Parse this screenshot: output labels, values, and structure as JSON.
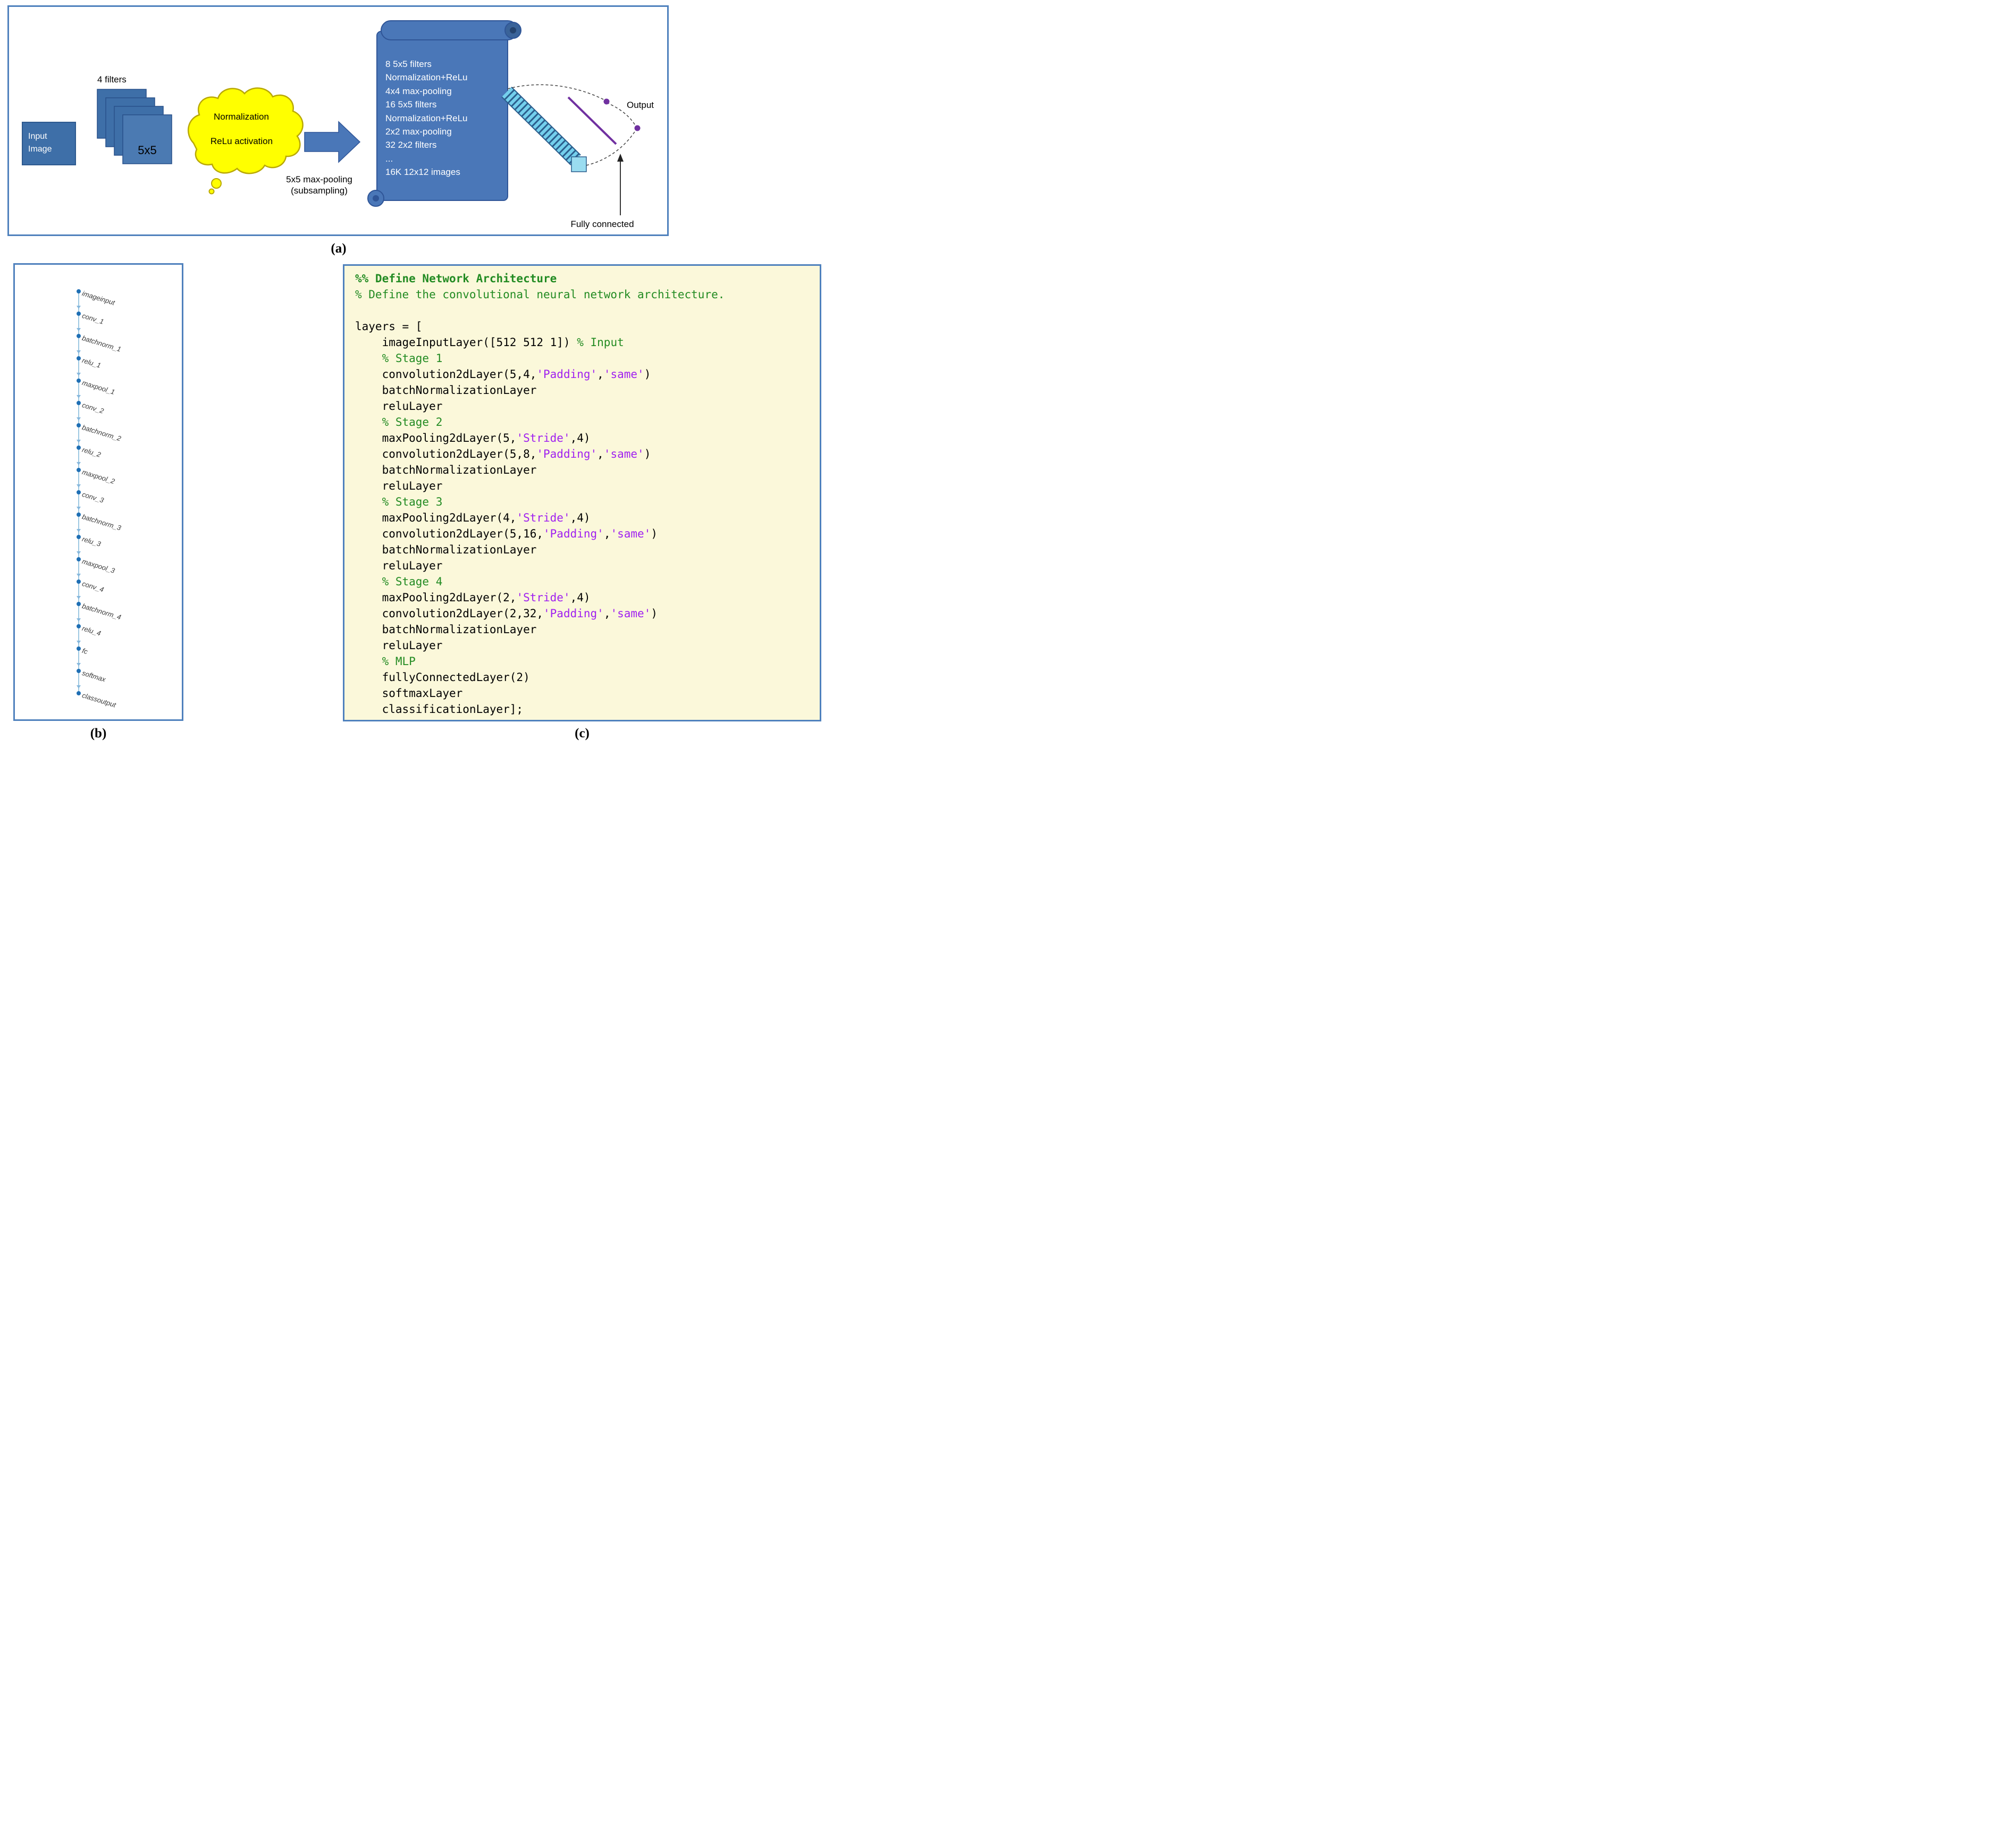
{
  "figure": {
    "caption_a": "(a)",
    "caption_b": "(b)",
    "caption_c": "(c)"
  },
  "panel_a": {
    "input_label": "Input\nImage",
    "filters_label": "4 filters",
    "filter_size_label": "5x5",
    "cloud_line1": "Normalization",
    "cloud_line2": "ReLu activation",
    "pooling_label": "5x5 max-pooling\n(subsampling)",
    "scroll_lines": [
      "8 5x5 filters",
      "Normalization+ReLu",
      "4x4 max-pooling",
      "16 5x5 filters",
      "Normalization+ReLu",
      "2x2 max-pooling",
      "32 2x2 filters",
      "...",
      "16K 12x12 images"
    ],
    "output_label": "Output",
    "fully_connected_label": "Fully connected",
    "colors": {
      "steel_blue": "#3e6fa8",
      "scroll_blue": "#4a77b8",
      "cloud_yellow": "#ffff00",
      "ribbon_cyan": "#74cfec",
      "purple": "#7030a0",
      "border_blue": "#4f81bd"
    }
  },
  "panel_b": {
    "nodes": [
      "imageinput",
      "conv_1",
      "batchnorm_1",
      "relu_1",
      "maxpool_1",
      "conv_2",
      "batchnorm_2",
      "relu_2",
      "maxpool_2",
      "conv_3",
      "batchnorm_3",
      "relu_3",
      "maxpool_3",
      "conv_4",
      "batchnorm_4",
      "relu_4",
      "fc",
      "softmax",
      "classoutput"
    ]
  },
  "panel_c": {
    "code_lines": [
      [
        "%% Define Network Architecture"
      ],
      [
        "% Define the convolutional neural network architecture."
      ],
      [
        ""
      ],
      [
        "layers = ["
      ],
      [
        "    imageInputLayer([512 512 1]) ",
        "% Input"
      ],
      [
        "    % Stage 1"
      ],
      [
        "    convolution2dLayer(5,4,",
        "'Padding'",
        ",",
        "'same'",
        ")"
      ],
      [
        "    batchNormalizationLayer"
      ],
      [
        "    reluLayer"
      ],
      [
        "    % Stage 2"
      ],
      [
        "    maxPooling2dLayer(5,",
        "'Stride'",
        ",4)"
      ],
      [
        "    convolution2dLayer(5,8,",
        "'Padding'",
        ",",
        "'same'",
        ")"
      ],
      [
        "    batchNormalizationLayer"
      ],
      [
        "    reluLayer"
      ],
      [
        "    % Stage 3"
      ],
      [
        "    maxPooling2dLayer(4,",
        "'Stride'",
        ",4)"
      ],
      [
        "    convolution2dLayer(5,16,",
        "'Padding'",
        ",",
        "'same'",
        ")"
      ],
      [
        "    batchNormalizationLayer"
      ],
      [
        "    reluLayer"
      ],
      [
        "    % Stage 4"
      ],
      [
        "    maxPooling2dLayer(2,",
        "'Stride'",
        ",4)"
      ],
      [
        "    convolution2dLayer(2,32,",
        "'Padding'",
        ",",
        "'same'",
        ")"
      ],
      [
        "    batchNormalizationLayer"
      ],
      [
        "    reluLayer"
      ],
      [
        "    % MLP"
      ],
      [
        "    fullyConnectedLayer(2)"
      ],
      [
        "    softmaxLayer"
      ],
      [
        "    classificationLayer];"
      ]
    ]
  }
}
